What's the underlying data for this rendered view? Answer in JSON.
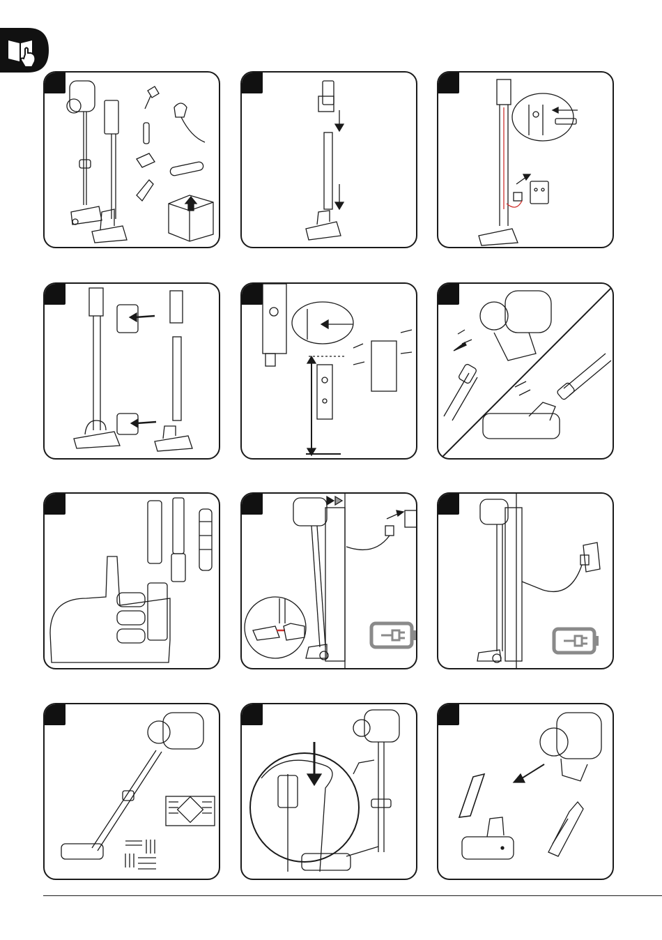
{
  "document": {
    "type": "assembly-instruction-page",
    "icon": "manual-book-hand-icon",
    "steps": [
      {
        "icon": "unboxing-parts-illustration"
      },
      {
        "icon": "stand-assembly-illustration"
      },
      {
        "icon": "charger-cable-routing-illustration"
      },
      {
        "icon": "stand-screw-fix-illustration"
      },
      {
        "icon": "wall-mount-illustration"
      },
      {
        "icon": "tube-connect-illustration"
      },
      {
        "icon": "accessory-storage-illustration"
      },
      {
        "icon": "dock-charging-illustration"
      },
      {
        "icon": "wall-charging-illustration"
      },
      {
        "icon": "floor-cleaning-illustration"
      },
      {
        "icon": "handheld-release-illustration"
      },
      {
        "icon": "handheld-accessories-illustration"
      }
    ]
  },
  "colors": {
    "ink": "#1a1a1a",
    "accent_red": "#d0312d",
    "battery_gray": "#8a8a8a"
  }
}
